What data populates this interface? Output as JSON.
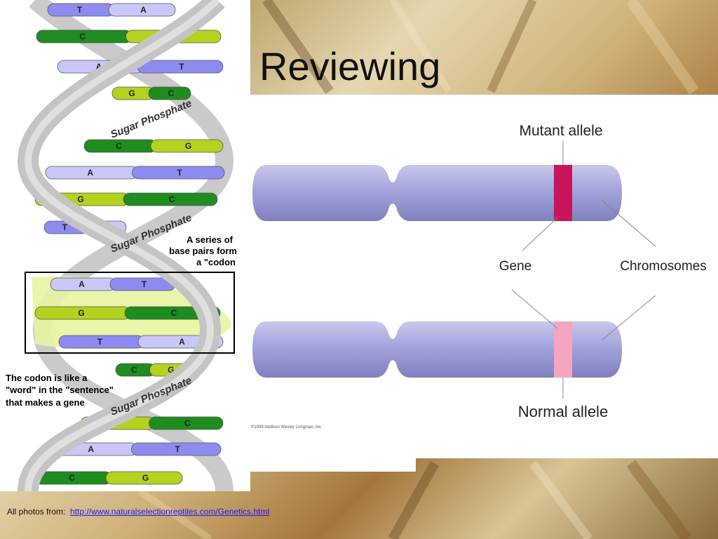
{
  "slide": {
    "title": "Reviewing"
  },
  "dna": {
    "backbone_label": "Sugar Phosphate",
    "callout_series": [
      "A series of",
      "base pairs form",
      "a \"codon"
    ],
    "callout_codon": [
      "The codon is like a",
      "\"word\" in the \"sentence\"",
      "that makes a gene"
    ],
    "pairs": [
      {
        "left": "T",
        "right": "A"
      },
      {
        "left": "C",
        "right": "G"
      },
      {
        "left": "A",
        "right": "T"
      },
      {
        "left": "G",
        "right": "C"
      },
      {
        "left": "C",
        "right": "G"
      },
      {
        "left": "A",
        "right": "T"
      },
      {
        "left": "G",
        "right": "C"
      },
      {
        "left": "T",
        "right": "A"
      },
      {
        "left": "A",
        "right": "T"
      },
      {
        "left": "G",
        "right": "C"
      },
      {
        "left": "T",
        "right": "A"
      },
      {
        "left": "C",
        "right": "G"
      },
      {
        "left": "G",
        "right": "C"
      },
      {
        "left": "A",
        "right": "T"
      },
      {
        "left": "C",
        "right": "G"
      }
    ]
  },
  "chromosome": {
    "mutant_label": "Mutant allele",
    "gene_label": "Gene",
    "chromosomes_label": "Chromosomes",
    "normal_label": "Normal allele",
    "copyright": "©1999 Addison Wesley Longman, Inc."
  },
  "footer": {
    "prefix": "All photos from:",
    "link": "http://www.naturalselectionreptiles.com/Genetics.html"
  },
  "colors": {
    "T": "#8c8cf0",
    "A": "#c8c8f8",
    "C": "#1e8c1e",
    "G": "#b4d21e",
    "backbone": "#c4c4c4",
    "chromosome": "#9c9cd6",
    "mutant_band": "#c8145a",
    "normal_band": "#f4a6c0"
  }
}
